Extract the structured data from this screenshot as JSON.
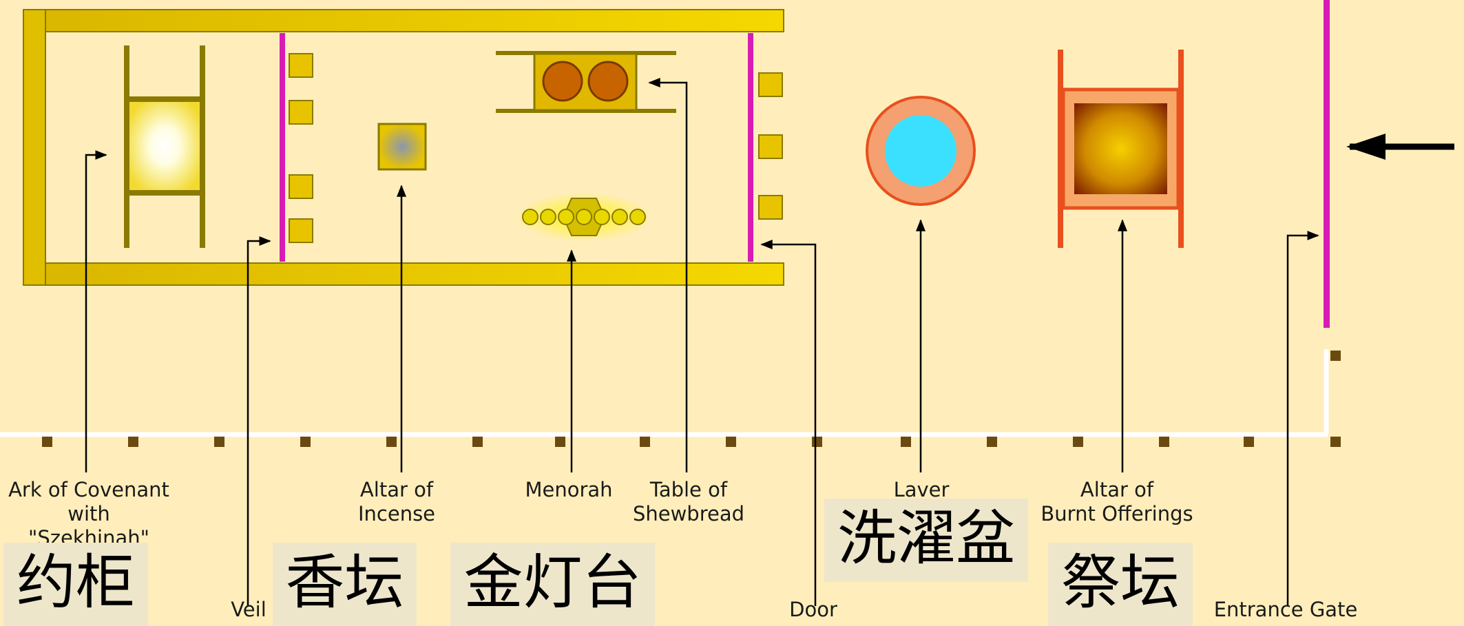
{
  "labels": {
    "ark": "Ark of Covenant\nwith \"Szekhinah\"",
    "veil": "Veil",
    "incense": "Altar of\nIncense",
    "menorah": "Menorah",
    "shewbread": "Table of\nShewbread",
    "door": "Door",
    "laver": "Laver",
    "burnt": "Altar of\nBurnt Offerings",
    "gate": "Entrance Gate"
  },
  "chinese": {
    "ark": "约柜",
    "incense": "香坛",
    "menorah": "金灯台",
    "laver": "洗濯盆",
    "burnt": "祭坛"
  },
  "colors": {
    "background": "#FFEEBB",
    "gold": "#E8C400",
    "gold_dark": "#8A7A00",
    "veil_magenta": "#D81BB4",
    "laver_water": "#3BE0FF",
    "laver_rim": "#F4A070",
    "altar_frame": "#E8501E",
    "post": "#6B4A10",
    "arrow": "#000000",
    "cn_box": "#EDE6CB"
  }
}
